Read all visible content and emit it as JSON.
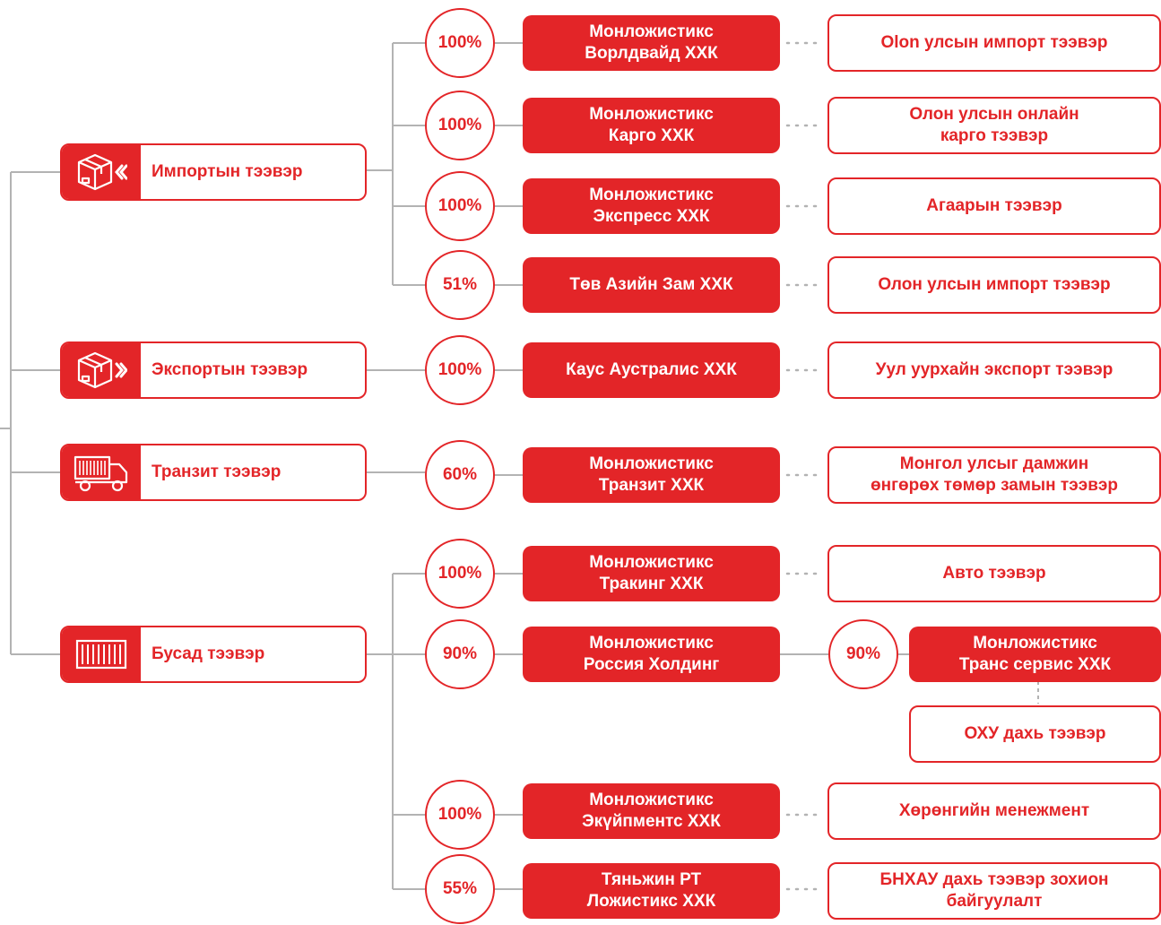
{
  "categories": {
    "import": {
      "label": "Импортын тээвэр",
      "icon": "box-import-icon"
    },
    "export": {
      "label": "Экспортын тээвэр",
      "icon": "box-export-icon"
    },
    "transit": {
      "label": "Транзит тээвэр",
      "icon": "truck-icon"
    },
    "other": {
      "label": "Бусад тээвэр",
      "icon": "container-icon"
    }
  },
  "companies": {
    "worldwide": {
      "pct": "100%",
      "line1": "Монложистикс",
      "line2": "Ворлдвайд ХХК",
      "activity1": "Olon улсын импорт тээвэр",
      "activity2": ""
    },
    "cargo": {
      "pct": "100%",
      "line1": "Монложистикс",
      "line2": "Карго ХХК",
      "activity1": "Олон улсын онлайн",
      "activity2": "карго тээвэр"
    },
    "express": {
      "pct": "100%",
      "line1": "Монложистикс",
      "line2": "Экспресс ХХК",
      "activity1": "Агаарын тээвэр",
      "activity2": ""
    },
    "central_asia": {
      "pct": "51%",
      "line1": "Төв Азийн Зам ХХК",
      "line2": "",
      "activity1": "Олон улсын импорт тээвэр",
      "activity2": ""
    },
    "kaus": {
      "pct": "100%",
      "line1": "Каус Аустралис ХХК",
      "line2": "",
      "activity1": "Уул уурхайн экспорт тээвэр",
      "activity2": ""
    },
    "transit": {
      "pct": "60%",
      "line1": "Монложистикс",
      "line2": "Транзит ХХК",
      "activity1": "Монгол улсыг дамжин",
      "activity2": "өнгөрөх төмөр замын тээвэр"
    },
    "tracking": {
      "pct": "100%",
      "line1": "Монложистикс",
      "line2": "Тракинг ХХК",
      "activity1": "Авто тээвэр",
      "activity2": ""
    },
    "russia": {
      "pct": "90%",
      "line1": "Монложистикс",
      "line2": "Россия Холдинг"
    },
    "trans_service": {
      "pct": "90%",
      "line1": "Монложистикс",
      "line2": "Транс сервис ХХК",
      "activity1": "ОХУ дахь тээвэр",
      "activity2": ""
    },
    "equipment": {
      "pct": "100%",
      "line1": "Монложистикс",
      "line2": "Экүйпментс ХХК",
      "activity1": "Хөрөнгийн менежмент",
      "activity2": ""
    },
    "tianjin": {
      "pct": "55%",
      "line1": "Тяньжин РТ",
      "line2": "Ложистикс ХХК",
      "activity1": "БНХАУ дахь тээвэр зохион",
      "activity2": "байгуулалт"
    }
  }
}
